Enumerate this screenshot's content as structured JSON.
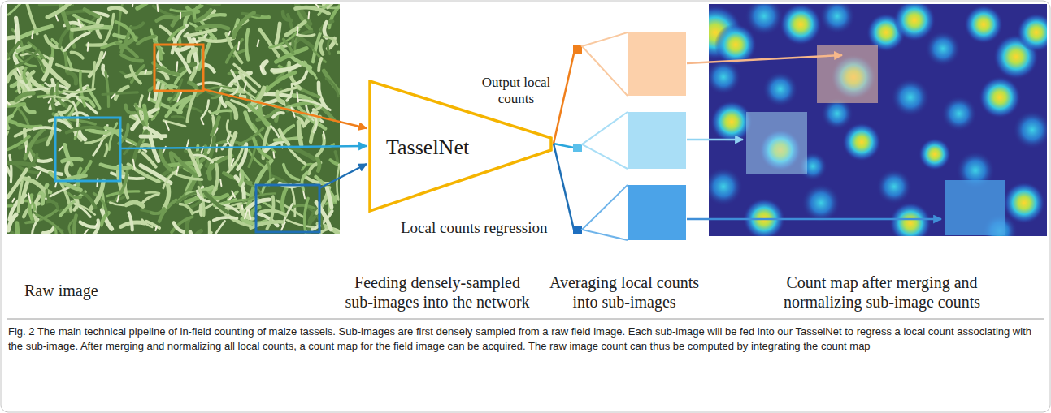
{
  "diagram": {
    "caption": "Fig. 2 The main technical pipeline of in-field counting of maize tassels. Sub-images are first densely sampled from a raw field image. Each sub-image will be fed into our TasselNet to regress a local count associating with the sub-image. After merging and normalizing all local counts, a count map for the field image can be acquired. The raw image count can thus be computed by integrating the count map",
    "nodes": [
      {
        "text": [
          "TasselNet"
        ]
      }
    ],
    "labels": [
      "Output local counts",
      "Local counts regression",
      "Raw image",
      "Feeding densely-sampled sub-images into the network",
      "Averaging local counts into sub-images",
      "Count map after merging and normalizing sub-image counts"
    ]
  }
}
